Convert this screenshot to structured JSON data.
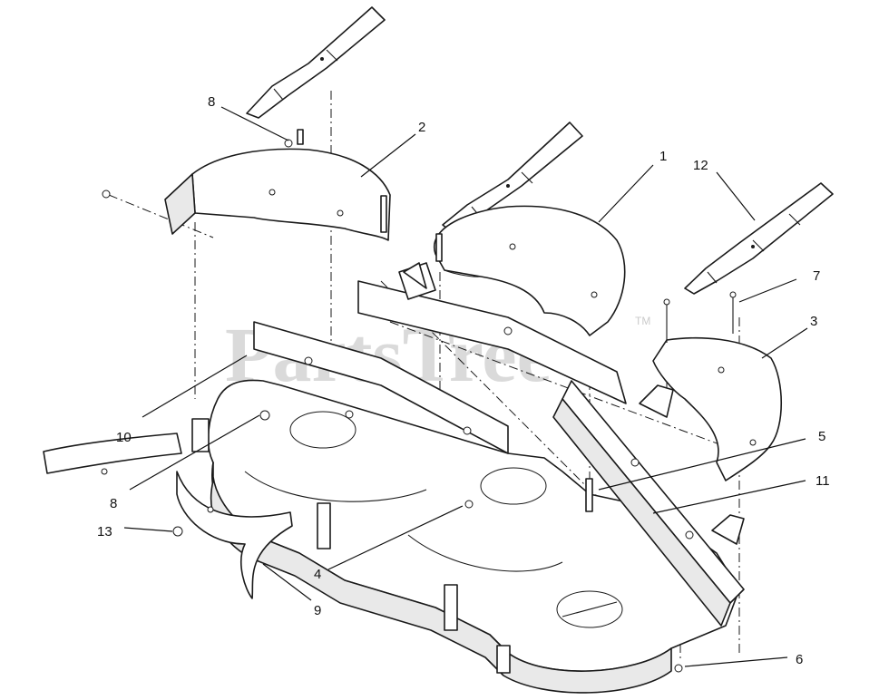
{
  "watermark": {
    "brand": "PartsTree",
    "trademark": "TM"
  },
  "callouts": [
    {
      "id": "callout-1",
      "label": "1"
    },
    {
      "id": "callout-2",
      "label": "2"
    },
    {
      "id": "callout-3",
      "label": "3"
    },
    {
      "id": "callout-4",
      "label": "4"
    },
    {
      "id": "callout-5",
      "label": "5"
    },
    {
      "id": "callout-6",
      "label": "6"
    },
    {
      "id": "callout-7",
      "label": "7"
    },
    {
      "id": "callout-8a",
      "label": "8"
    },
    {
      "id": "callout-8b",
      "label": "8"
    },
    {
      "id": "callout-9",
      "label": "9"
    },
    {
      "id": "callout-10",
      "label": "10"
    },
    {
      "id": "callout-11",
      "label": "11"
    },
    {
      "id": "callout-12",
      "label": "12"
    },
    {
      "id": "callout-13",
      "label": "13"
    }
  ]
}
